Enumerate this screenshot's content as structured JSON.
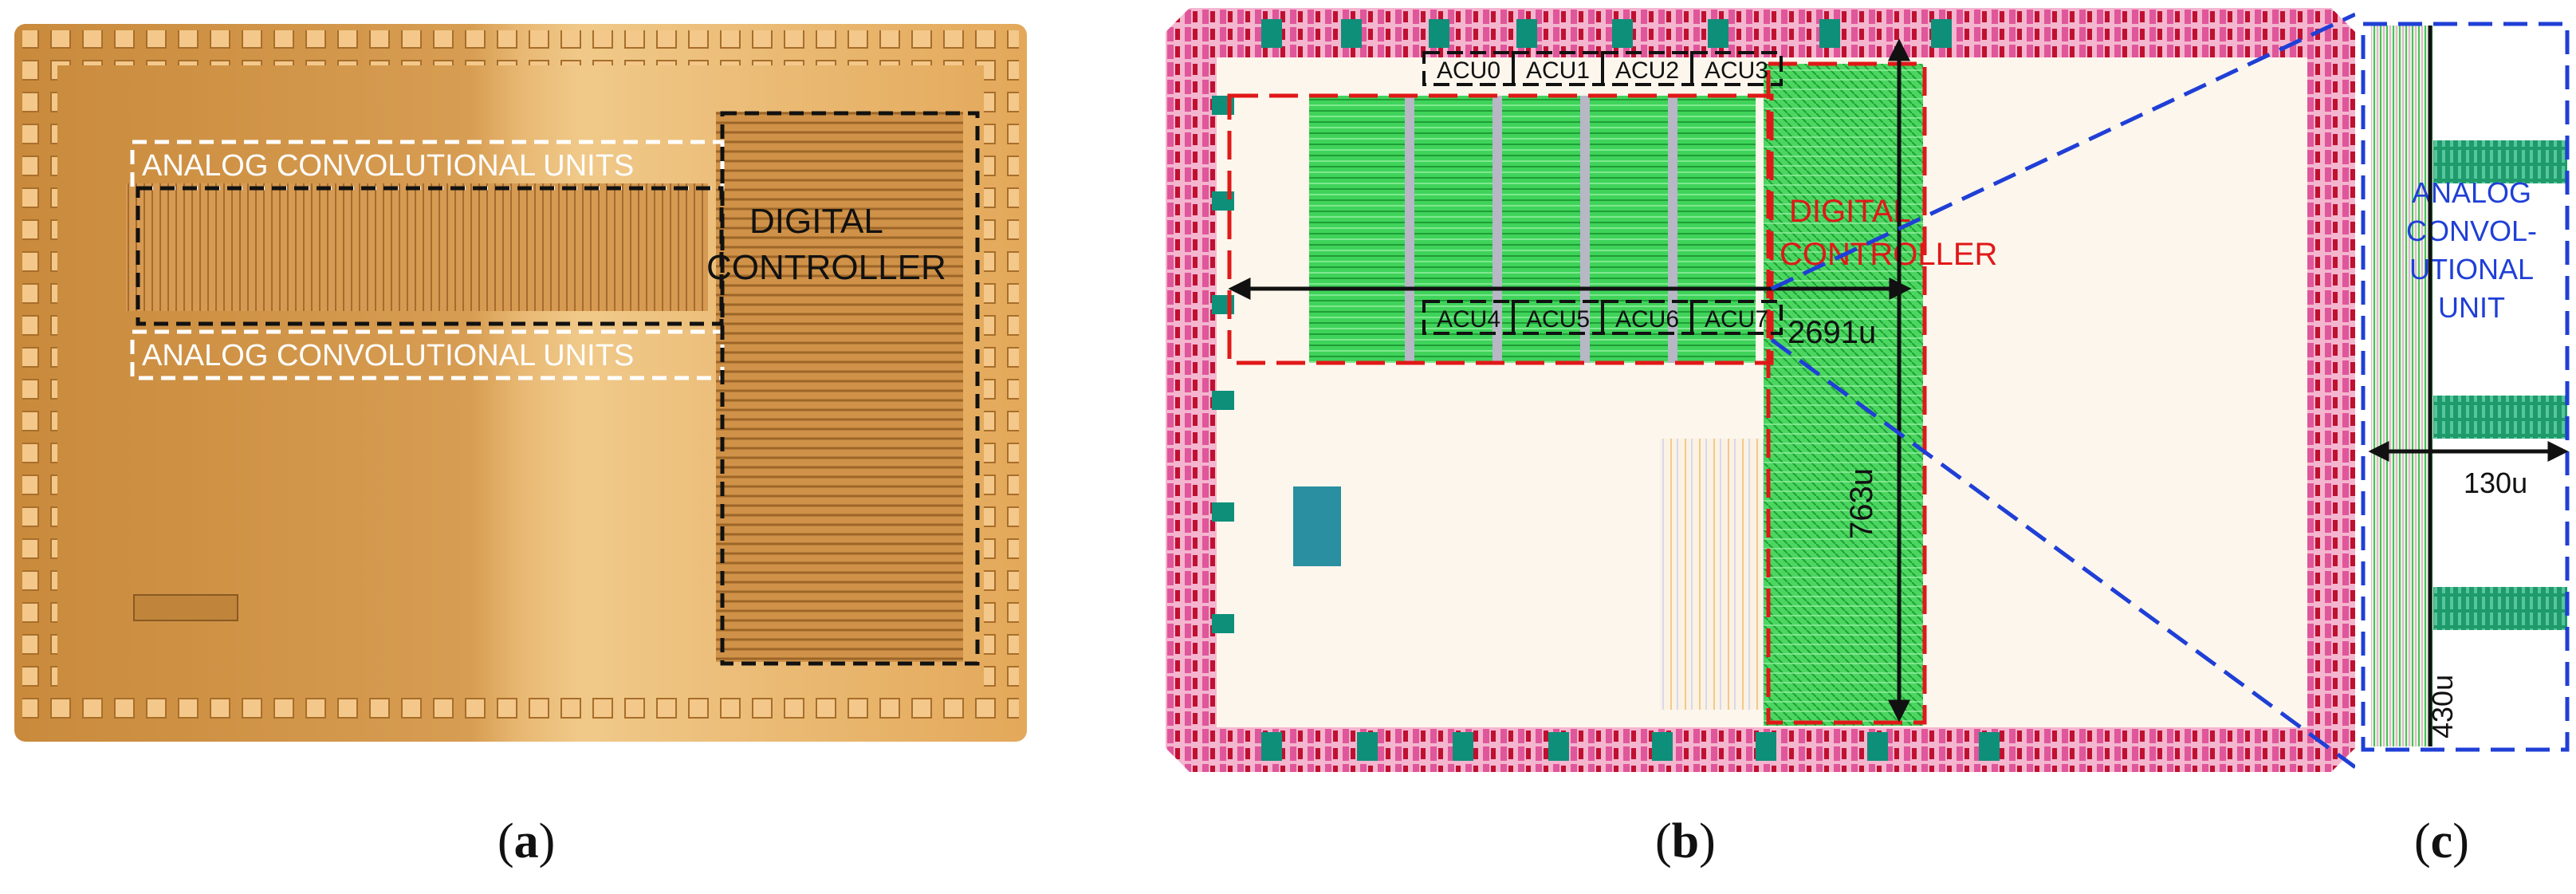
{
  "panel_a": {
    "label_top": "ANALOG CONVOLUTIONAL UNITS",
    "label_bottom": "ANALOG CONVOLUTIONAL UNITS",
    "controller_line1": "DIGITAL",
    "controller_line2": "CONTROLLER"
  },
  "panel_b": {
    "acu_top": [
      "ACU0",
      "ACU1",
      "ACU2",
      "ACU3"
    ],
    "acu_bottom": [
      "ACU4",
      "ACU5",
      "ACU6",
      "ACU7"
    ],
    "controller_line1": "DIGITAL",
    "controller_line2": "CONTROLLER",
    "width_label": "2691u",
    "height_label": "763u"
  },
  "panel_c": {
    "label_lines": [
      "ANALOG",
      "CONVOL-",
      "UTIONAL",
      "UNIT"
    ],
    "width_label": "130u",
    "height_label": "430u"
  },
  "captions": {
    "a": "a",
    "b": "b",
    "c": "c"
  },
  "colors": {
    "die": "#d4a25a",
    "layout_green": "#2ecc40",
    "layout_pink": "#e0569a",
    "dash_blue": "#1f3fd6",
    "dash_red": "#e01818"
  }
}
